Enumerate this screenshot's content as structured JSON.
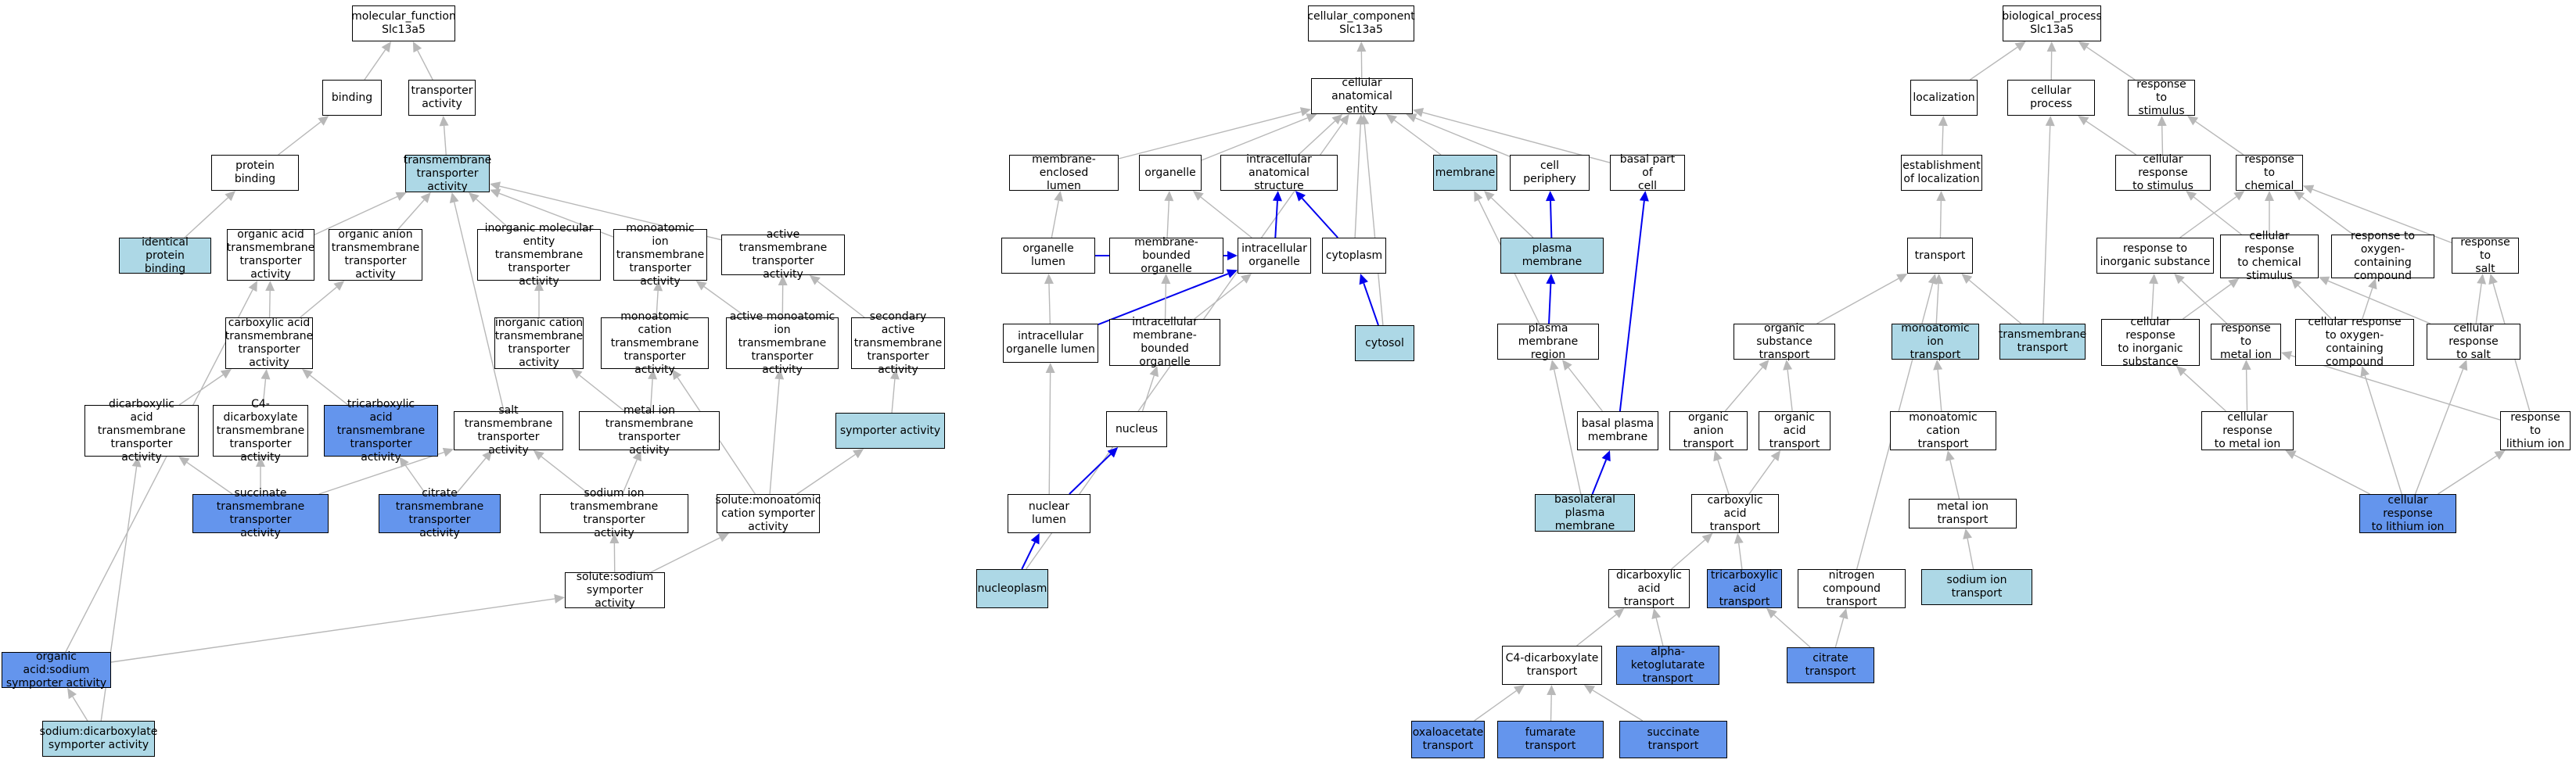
{
  "colors": {
    "plain": "#ffffff",
    "light": "#add8e6",
    "dark": "#6495ed",
    "grey_edge": "#b8b8b8",
    "blue_edge": "#0000ee"
  },
  "nodes": {
    "mf": {
      "label": "molecular_function\nSlc13a5",
      "style": "plain"
    },
    "binding": {
      "label": "binding",
      "style": "plain"
    },
    "transporter_activity": {
      "label": "transporter\nactivity",
      "style": "plain"
    },
    "protein_binding": {
      "label": "protein binding",
      "style": "plain"
    },
    "tm_transporter": {
      "label": "transmembrane\ntransporter\nactivity",
      "style": "light"
    },
    "identical_protein_binding": {
      "label": "identical protein\nbinding",
      "style": "light"
    },
    "organic_acid_tm": {
      "label": "organic acid\ntransmembrane\ntransporter\nactivity",
      "style": "plain"
    },
    "organic_anion_tm": {
      "label": "organic anion\ntransmembrane\ntransporter\nactivity",
      "style": "plain"
    },
    "inorganic_molecular_tm": {
      "label": "inorganic molecular\nentity transmembrane\ntransporter\nactivity",
      "style": "plain"
    },
    "monoatomic_ion_tm": {
      "label": "monoatomic ion\ntransmembrane\ntransporter\nactivity",
      "style": "plain"
    },
    "active_tm": {
      "label": "active transmembrane\ntransporter\nactivity",
      "style": "plain"
    },
    "carboxylic_tm": {
      "label": "carboxylic acid\ntransmembrane\ntransporter\nactivity",
      "style": "plain"
    },
    "inorganic_cation_tm": {
      "label": "inorganic cation\ntransmembrane\ntransporter\nactivity",
      "style": "plain"
    },
    "monoatomic_cation_tm": {
      "label": "monoatomic cation\ntransmembrane\ntransporter\nactivity",
      "style": "plain"
    },
    "active_monoatomic_tm": {
      "label": "active monoatomic\nion transmembrane\ntransporter\nactivity",
      "style": "plain"
    },
    "secondary_active_tm": {
      "label": "secondary active\ntransmembrane\ntransporter\nactivity",
      "style": "plain"
    },
    "dicarboxylic_tm": {
      "label": "dicarboxylic\nacid transmembrane\ntransporter\nactivity",
      "style": "plain"
    },
    "c4_dicarboxylate_tm": {
      "label": "C4-dicarboxylate\ntransmembrane\ntransporter\nactivity",
      "style": "plain"
    },
    "tricarboxylic_tm": {
      "label": "tricarboxylic\nacid transmembrane\ntransporter\nactivity",
      "style": "dark"
    },
    "salt_tm": {
      "label": "salt transmembrane\ntransporter\nactivity",
      "style": "plain"
    },
    "metal_ion_tm": {
      "label": "metal ion transmembrane\ntransporter\nactivity",
      "style": "plain"
    },
    "symporter": {
      "label": "symporter activity",
      "style": "light"
    },
    "succinate_tm": {
      "label": "succinate transmembrane\ntransporter\nactivity",
      "style": "dark"
    },
    "citrate_tm": {
      "label": "citrate transmembrane\ntransporter\nactivity",
      "style": "dark"
    },
    "sodium_ion_tm": {
      "label": "sodium ion transmembrane\ntransporter\nactivity",
      "style": "plain"
    },
    "solute_monoatomic_symporter": {
      "label": "solute:monoatomic\ncation symporter\nactivity",
      "style": "plain"
    },
    "solute_sodium_symporter": {
      "label": "solute:sodium\nsymporter activity",
      "style": "plain"
    },
    "organic_acid_sodium_symporter": {
      "label": "organic acid:sodium\nsymporter activity",
      "style": "dark"
    },
    "sodium_dicarboxylate_symporter": {
      "label": "sodium:dicarboxylate\nsymporter activity",
      "style": "light"
    },
    "cc": {
      "label": "cellular_component\nSlc13a5",
      "style": "plain"
    },
    "cellular_anatomical_entity": {
      "label": "cellular anatomical\nentity",
      "style": "plain"
    },
    "membrane_enclosed_lumen": {
      "label": "membrane-enclosed\nlumen",
      "style": "plain"
    },
    "organelle": {
      "label": "organelle",
      "style": "plain"
    },
    "intracellular_anatomical": {
      "label": "intracellular\nanatomical structure",
      "style": "plain"
    },
    "membrane": {
      "label": "membrane",
      "style": "light"
    },
    "cell_periphery": {
      "label": "cell periphery",
      "style": "plain"
    },
    "basal_part_of_cell": {
      "label": "basal part of\ncell",
      "style": "plain"
    },
    "organelle_lumen": {
      "label": "organelle lumen",
      "style": "plain"
    },
    "membrane_bounded_organelle": {
      "label": "membrane-bounded\norganelle",
      "style": "plain"
    },
    "intracellular_organelle": {
      "label": "intracellular\norganelle",
      "style": "plain"
    },
    "cytoplasm": {
      "label": "cytoplasm",
      "style": "plain"
    },
    "plasma_membrane": {
      "label": "plasma membrane",
      "style": "light"
    },
    "cytosol": {
      "label": "cytosol",
      "style": "light"
    },
    "intracellular_organelle_lumen": {
      "label": "intracellular\norganelle lumen",
      "style": "plain"
    },
    "intracellular_mb_organelle": {
      "label": "intracellular\nmembrane-bounded\norganelle",
      "style": "plain"
    },
    "plasma_membrane_region": {
      "label": "plasma membrane\nregion",
      "style": "plain"
    },
    "nucleus": {
      "label": "nucleus",
      "style": "plain"
    },
    "basal_plasma_membrane": {
      "label": "basal plasma\nmembrane",
      "style": "plain"
    },
    "nuclear_lumen": {
      "label": "nuclear lumen",
      "style": "plain"
    },
    "basolateral_plasma_membrane": {
      "label": "basolateral\nplasma membrane",
      "style": "light"
    },
    "nucleoplasm": {
      "label": "nucleoplasm",
      "style": "light"
    },
    "bp": {
      "label": "biological_process\nSlc13a5",
      "style": "plain"
    },
    "localization": {
      "label": "localization",
      "style": "plain"
    },
    "cellular_process": {
      "label": "cellular process",
      "style": "plain"
    },
    "response_to_stimulus": {
      "label": "response to\nstimulus",
      "style": "plain"
    },
    "establishment_of_localization": {
      "label": "establishment\nof localization",
      "style": "plain"
    },
    "cellular_response_to_stimulus": {
      "label": "cellular response\nto stimulus",
      "style": "plain"
    },
    "response_to_chemical": {
      "label": "response to\nchemical",
      "style": "plain"
    },
    "transport": {
      "label": "transport",
      "style": "plain"
    },
    "response_to_inorganic": {
      "label": "response to\ninorganic substance",
      "style": "plain"
    },
    "cellular_response_to_chemical": {
      "label": "cellular response\nto chemical\nstimulus",
      "style": "plain"
    },
    "response_to_oxygen": {
      "label": "response to\noxygen-containing\ncompound",
      "style": "plain"
    },
    "response_to_salt": {
      "label": "response to\nsalt",
      "style": "plain"
    },
    "organic_substance_transport": {
      "label": "organic substance\ntransport",
      "style": "plain"
    },
    "monoatomic_ion_transport": {
      "label": "monoatomic ion\ntransport",
      "style": "light"
    },
    "transmembrane_transport": {
      "label": "transmembrane\ntransport",
      "style": "light"
    },
    "cellular_response_to_inorganic": {
      "label": "cellular response\nto inorganic\nsubstance",
      "style": "plain"
    },
    "response_to_metal_ion": {
      "label": "response to\nmetal ion",
      "style": "plain"
    },
    "cellular_response_to_oxygen": {
      "label": "cellular response\nto oxygen-containing\ncompound",
      "style": "plain"
    },
    "cellular_response_to_salt": {
      "label": "cellular response\nto salt",
      "style": "plain"
    },
    "organic_anion_transport": {
      "label": "organic anion\ntransport",
      "style": "plain"
    },
    "organic_acid_transport": {
      "label": "organic acid\ntransport",
      "style": "plain"
    },
    "monoatomic_cation_transport": {
      "label": "monoatomic cation\ntransport",
      "style": "plain"
    },
    "cellular_response_to_metal_ion": {
      "label": "cellular response\nto metal ion",
      "style": "plain"
    },
    "response_to_lithium_ion": {
      "label": "response to\nlithium ion",
      "style": "plain"
    },
    "carboxylic_acid_transport": {
      "label": "carboxylic acid\ntransport",
      "style": "plain"
    },
    "metal_ion_transport": {
      "label": "metal ion transport",
      "style": "plain"
    },
    "cellular_response_to_lithium": {
      "label": "cellular response\nto lithium ion",
      "style": "dark"
    },
    "dicarboxylic_acid_transport": {
      "label": "dicarboxylic\nacid transport",
      "style": "plain"
    },
    "tricarboxylic_acid_transport": {
      "label": "tricarboxylic\nacid transport",
      "style": "dark"
    },
    "nitrogen_compound_transport": {
      "label": "nitrogen compound\ntransport",
      "style": "plain"
    },
    "sodium_ion_transport": {
      "label": "sodium ion transport",
      "style": "light"
    },
    "c4_dicarboxylate_transport": {
      "label": "C4-dicarboxylate\ntransport",
      "style": "plain"
    },
    "alpha_ketoglutarate_transport": {
      "label": "alpha-ketoglutarate\ntransport",
      "style": "dark"
    },
    "citrate_transport": {
      "label": "citrate transport",
      "style": "dark"
    },
    "oxaloacetate_transport": {
      "label": "oxaloacetate\ntransport",
      "style": "dark"
    },
    "fumarate_transport": {
      "label": "fumarate transport",
      "style": "dark"
    },
    "succinate_transport": {
      "label": "succinate transport",
      "style": "dark"
    }
  },
  "edges": [
    [
      "binding",
      "mf",
      "grey"
    ],
    [
      "transporter_activity",
      "mf",
      "grey"
    ],
    [
      "protein_binding",
      "binding",
      "grey"
    ],
    [
      "tm_transporter",
      "transporter_activity",
      "grey"
    ],
    [
      "identical_protein_binding",
      "protein_binding",
      "grey"
    ],
    [
      "organic_acid_tm",
      "tm_transporter",
      "grey"
    ],
    [
      "organic_anion_tm",
      "tm_transporter",
      "grey"
    ],
    [
      "inorganic_molecular_tm",
      "tm_transporter",
      "grey"
    ],
    [
      "monoatomic_ion_tm",
      "tm_transporter",
      "grey"
    ],
    [
      "active_tm",
      "tm_transporter",
      "grey"
    ],
    [
      "salt_tm",
      "tm_transporter",
      "grey"
    ],
    [
      "carboxylic_tm",
      "organic_acid_tm",
      "grey"
    ],
    [
      "carboxylic_tm",
      "organic_anion_tm",
      "grey"
    ],
    [
      "inorganic_cation_tm",
      "inorganic_molecular_tm",
      "grey"
    ],
    [
      "monoatomic_cation_tm",
      "monoatomic_ion_tm",
      "grey"
    ],
    [
      "active_monoatomic_tm",
      "monoatomic_ion_tm",
      "grey"
    ],
    [
      "active_monoatomic_tm",
      "active_tm",
      "grey"
    ],
    [
      "secondary_active_tm",
      "active_tm",
      "grey"
    ],
    [
      "dicarboxylic_tm",
      "carboxylic_tm",
      "grey"
    ],
    [
      "c4_dicarboxylate_tm",
      "carboxylic_tm",
      "grey"
    ],
    [
      "tricarboxylic_tm",
      "carboxylic_tm",
      "grey"
    ],
    [
      "metal_ion_tm",
      "inorganic_cation_tm",
      "grey"
    ],
    [
      "metal_ion_tm",
      "monoatomic_cation_tm",
      "grey"
    ],
    [
      "symporter",
      "secondary_active_tm",
      "grey"
    ],
    [
      "succinate_tm",
      "dicarboxylic_tm",
      "grey"
    ],
    [
      "succinate_tm",
      "c4_dicarboxylate_tm",
      "grey"
    ],
    [
      "succinate_tm",
      "salt_tm",
      "grey"
    ],
    [
      "citrate_tm",
      "tricarboxylic_tm",
      "grey"
    ],
    [
      "citrate_tm",
      "salt_tm",
      "grey"
    ],
    [
      "sodium_ion_tm",
      "metal_ion_tm",
      "grey"
    ],
    [
      "sodium_ion_tm",
      "salt_tm",
      "grey"
    ],
    [
      "solute_monoatomic_symporter",
      "active_monoatomic_tm",
      "grey"
    ],
    [
      "solute_monoatomic_symporter",
      "symporter",
      "grey"
    ],
    [
      "solute_monoatomic_symporter",
      "monoatomic_cation_tm",
      "grey"
    ],
    [
      "solute_sodium_symporter",
      "sodium_ion_tm",
      "grey"
    ],
    [
      "solute_sodium_symporter",
      "solute_monoatomic_symporter",
      "grey"
    ],
    [
      "organic_acid_sodium_symporter",
      "organic_acid_tm",
      "grey"
    ],
    [
      "organic_acid_sodium_symporter",
      "solute_sodium_symporter",
      "grey"
    ],
    [
      "sodium_dicarboxylate_symporter",
      "organic_acid_sodium_symporter",
      "grey"
    ],
    [
      "sodium_dicarboxylate_symporter",
      "dicarboxylic_tm",
      "grey"
    ],
    [
      "cellular_anatomical_entity",
      "cc",
      "grey"
    ],
    [
      "membrane_enclosed_lumen",
      "cellular_anatomical_entity",
      "grey"
    ],
    [
      "organelle",
      "cellular_anatomical_entity",
      "grey"
    ],
    [
      "intracellular_anatomical",
      "cellular_anatomical_entity",
      "grey"
    ],
    [
      "membrane",
      "cellular_anatomical_entity",
      "grey"
    ],
    [
      "cell_periphery",
      "cellular_anatomical_entity",
      "grey"
    ],
    [
      "basal_part_of_cell",
      "cellular_anatomical_entity",
      "grey"
    ],
    [
      "cytoplasm",
      "cellular_anatomical_entity",
      "grey"
    ],
    [
      "cytosol",
      "cellular_anatomical_entity",
      "grey"
    ],
    [
      "nucleoplasm",
      "cellular_anatomical_entity",
      "grey"
    ],
    [
      "organelle_lumen",
      "membrane_enclosed_lumen",
      "grey"
    ],
    [
      "organelle_lumen",
      "intracellular_organelle",
      "blue"
    ],
    [
      "membrane_bounded_organelle",
      "organelle",
      "grey"
    ],
    [
      "intracellular_organelle",
      "organelle",
      "grey"
    ],
    [
      "intracellular_organelle",
      "intracellular_anatomical",
      "blue"
    ],
    [
      "cytoplasm",
      "intracellular_anatomical",
      "blue"
    ],
    [
      "cytosol",
      "cytoplasm",
      "blue"
    ],
    [
      "plasma_membrane",
      "membrane",
      "grey"
    ],
    [
      "plasma_membrane",
      "cell_periphery",
      "blue"
    ],
    [
      "intracellular_organelle_lumen",
      "organelle_lumen",
      "grey"
    ],
    [
      "intracellular_organelle_lumen",
      "intracellular_organelle",
      "blue"
    ],
    [
      "intracellular_mb_organelle",
      "membrane_bounded_organelle",
      "grey"
    ],
    [
      "intracellular_mb_organelle",
      "intracellular_organelle",
      "grey"
    ],
    [
      "plasma_membrane_region",
      "plasma_membrane",
      "blue"
    ],
    [
      "plasma_membrane_region",
      "membrane",
      "grey"
    ],
    [
      "nucleus",
      "intracellular_mb_organelle",
      "grey"
    ],
    [
      "basal_plasma_membrane",
      "plasma_membrane_region",
      "grey"
    ],
    [
      "basal_plasma_membrane",
      "basal_part_of_cell",
      "blue"
    ],
    [
      "nuclear_lumen",
      "intracellular_organelle_lumen",
      "grey"
    ],
    [
      "nuclear_lumen",
      "nucleus",
      "blue"
    ],
    [
      "basolateral_plasma_membrane",
      "plasma_membrane_region",
      "grey"
    ],
    [
      "basolateral_plasma_membrane",
      "basal_plasma_membrane",
      "blue"
    ],
    [
      "nucleoplasm",
      "nuclear_lumen",
      "blue"
    ],
    [
      "localization",
      "bp",
      "grey"
    ],
    [
      "cellular_process",
      "bp",
      "grey"
    ],
    [
      "response_to_stimulus",
      "bp",
      "grey"
    ],
    [
      "establishment_of_localization",
      "localization",
      "grey"
    ],
    [
      "cellular_response_to_stimulus",
      "cellular_process",
      "grey"
    ],
    [
      "cellular_response_to_stimulus",
      "response_to_stimulus",
      "grey"
    ],
    [
      "response_to_chemical",
      "response_to_stimulus",
      "grey"
    ],
    [
      "transport",
      "establishment_of_localization",
      "grey"
    ],
    [
      "transmembrane_transport",
      "cellular_process",
      "grey"
    ],
    [
      "transmembrane_transport",
      "transport",
      "grey"
    ],
    [
      "response_to_inorganic",
      "response_to_chemical",
      "grey"
    ],
    [
      "cellular_response_to_chemical",
      "response_to_chemical",
      "grey"
    ],
    [
      "cellular_response_to_chemical",
      "cellular_response_to_stimulus",
      "grey"
    ],
    [
      "response_to_oxygen",
      "response_to_chemical",
      "grey"
    ],
    [
      "response_to_salt",
      "response_to_chemical",
      "grey"
    ],
    [
      "organic_substance_transport",
      "transport",
      "grey"
    ],
    [
      "monoatomic_ion_transport",
      "transport",
      "grey"
    ],
    [
      "nitrogen_compound_transport",
      "transport",
      "grey"
    ],
    [
      "cellular_response_to_inorganic",
      "response_to_inorganic",
      "grey"
    ],
    [
      "cellular_response_to_inorganic",
      "cellular_response_to_chemical",
      "grey"
    ],
    [
      "response_to_metal_ion",
      "response_to_inorganic",
      "grey"
    ],
    [
      "cellular_response_to_oxygen",
      "response_to_oxygen",
      "grey"
    ],
    [
      "cellular_response_to_oxygen",
      "cellular_response_to_chemical",
      "grey"
    ],
    [
      "cellular_response_to_salt",
      "response_to_salt",
      "grey"
    ],
    [
      "cellular_response_to_salt",
      "cellular_response_to_chemical",
      "grey"
    ],
    [
      "organic_anion_transport",
      "organic_substance_transport",
      "grey"
    ],
    [
      "organic_acid_transport",
      "organic_substance_transport",
      "grey"
    ],
    [
      "monoatomic_cation_transport",
      "monoatomic_ion_transport",
      "grey"
    ],
    [
      "cellular_response_to_metal_ion",
      "response_to_metal_ion",
      "grey"
    ],
    [
      "cellular_response_to_metal_ion",
      "cellular_response_to_inorganic",
      "grey"
    ],
    [
      "response_to_lithium_ion",
      "response_to_metal_ion",
      "grey"
    ],
    [
      "response_to_lithium_ion",
      "response_to_salt",
      "grey"
    ],
    [
      "carboxylic_acid_transport",
      "organic_anion_transport",
      "grey"
    ],
    [
      "carboxylic_acid_transport",
      "organic_acid_transport",
      "grey"
    ],
    [
      "metal_ion_transport",
      "monoatomic_cation_transport",
      "grey"
    ],
    [
      "cellular_response_to_lithium",
      "cellular_response_to_metal_ion",
      "grey"
    ],
    [
      "cellular_response_to_lithium",
      "response_to_lithium_ion",
      "grey"
    ],
    [
      "cellular_response_to_lithium",
      "cellular_response_to_oxygen",
      "grey"
    ],
    [
      "cellular_response_to_lithium",
      "cellular_response_to_salt",
      "grey"
    ],
    [
      "dicarboxylic_acid_transport",
      "carboxylic_acid_transport",
      "grey"
    ],
    [
      "tricarboxylic_acid_transport",
      "carboxylic_acid_transport",
      "grey"
    ],
    [
      "sodium_ion_transport",
      "metal_ion_transport",
      "grey"
    ],
    [
      "c4_dicarboxylate_transport",
      "dicarboxylic_acid_transport",
      "grey"
    ],
    [
      "alpha_ketoglutarate_transport",
      "dicarboxylic_acid_transport",
      "grey"
    ],
    [
      "citrate_transport",
      "tricarboxylic_acid_transport",
      "grey"
    ],
    [
      "citrate_transport",
      "nitrogen_compound_transport",
      "grey"
    ],
    [
      "oxaloacetate_transport",
      "c4_dicarboxylate_transport",
      "grey"
    ],
    [
      "fumarate_transport",
      "c4_dicarboxylate_transport",
      "grey"
    ],
    [
      "succinate_transport",
      "c4_dicarboxylate_transport",
      "grey"
    ]
  ]
}
